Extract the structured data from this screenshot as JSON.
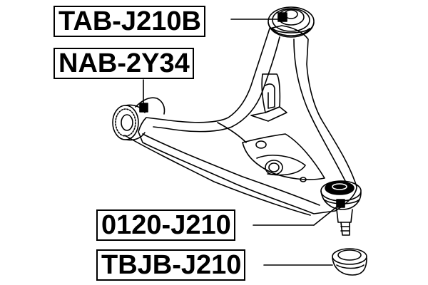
{
  "diagram": {
    "subject": "front lower control arm assembly",
    "callouts": [
      {
        "id": "tab",
        "part_number": "TAB-J210B",
        "points_to": "rear-bushing"
      },
      {
        "id": "nab",
        "part_number": "NAB-2Y34",
        "points_to": "front-bushing"
      },
      {
        "id": "ball",
        "part_number": "0120-J210",
        "points_to": "ball-joint"
      },
      {
        "id": "boot",
        "part_number": "TBJB-J210",
        "points_to": "ball-joint-boot"
      }
    ],
    "colors": {
      "line": "#000000",
      "background": "#ffffff"
    }
  }
}
